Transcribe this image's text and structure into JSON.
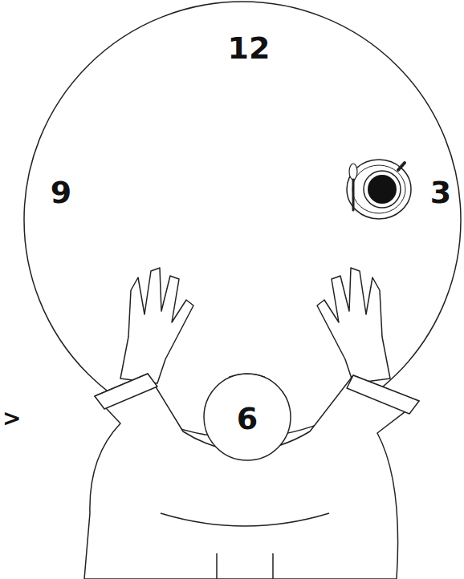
{
  "diagram": {
    "labels": [
      "12",
      "9",
      "3",
      "6",
      ">"
    ]
  }
}
